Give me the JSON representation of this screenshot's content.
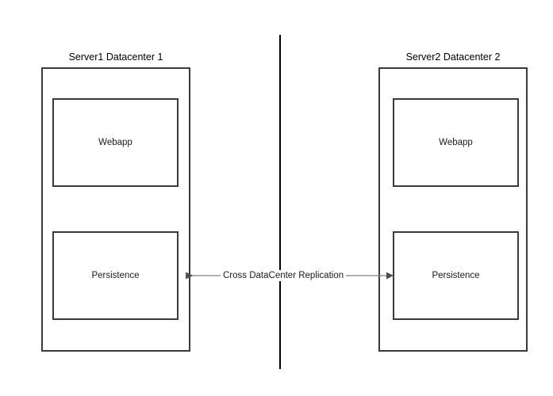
{
  "diagram": {
    "title": "Cross DataCenter Replication",
    "background_color": "#ffffff",
    "stroke_color": "#3a3a3a",
    "divider_color": "#000000",
    "text_color": "#1a1a1a"
  },
  "datacenters": [
    {
      "title": "Server1 Datacenter 1",
      "components": [
        {
          "label": "Webapp"
        },
        {
          "label": "Persistence"
        }
      ]
    },
    {
      "title": "Server2 Datacenter 2",
      "components": [
        {
          "label": "Webapp"
        },
        {
          "label": "Persistence"
        }
      ]
    }
  ],
  "connector": {
    "label": "Cross DataCenter Replication",
    "arrow_style": "double-headed",
    "from": "Persistence (Datacenter 1)",
    "to": "Persistence (Datacenter 2)"
  },
  "divider": {
    "name": "datacenter-boundary-line",
    "orientation": "vertical"
  }
}
